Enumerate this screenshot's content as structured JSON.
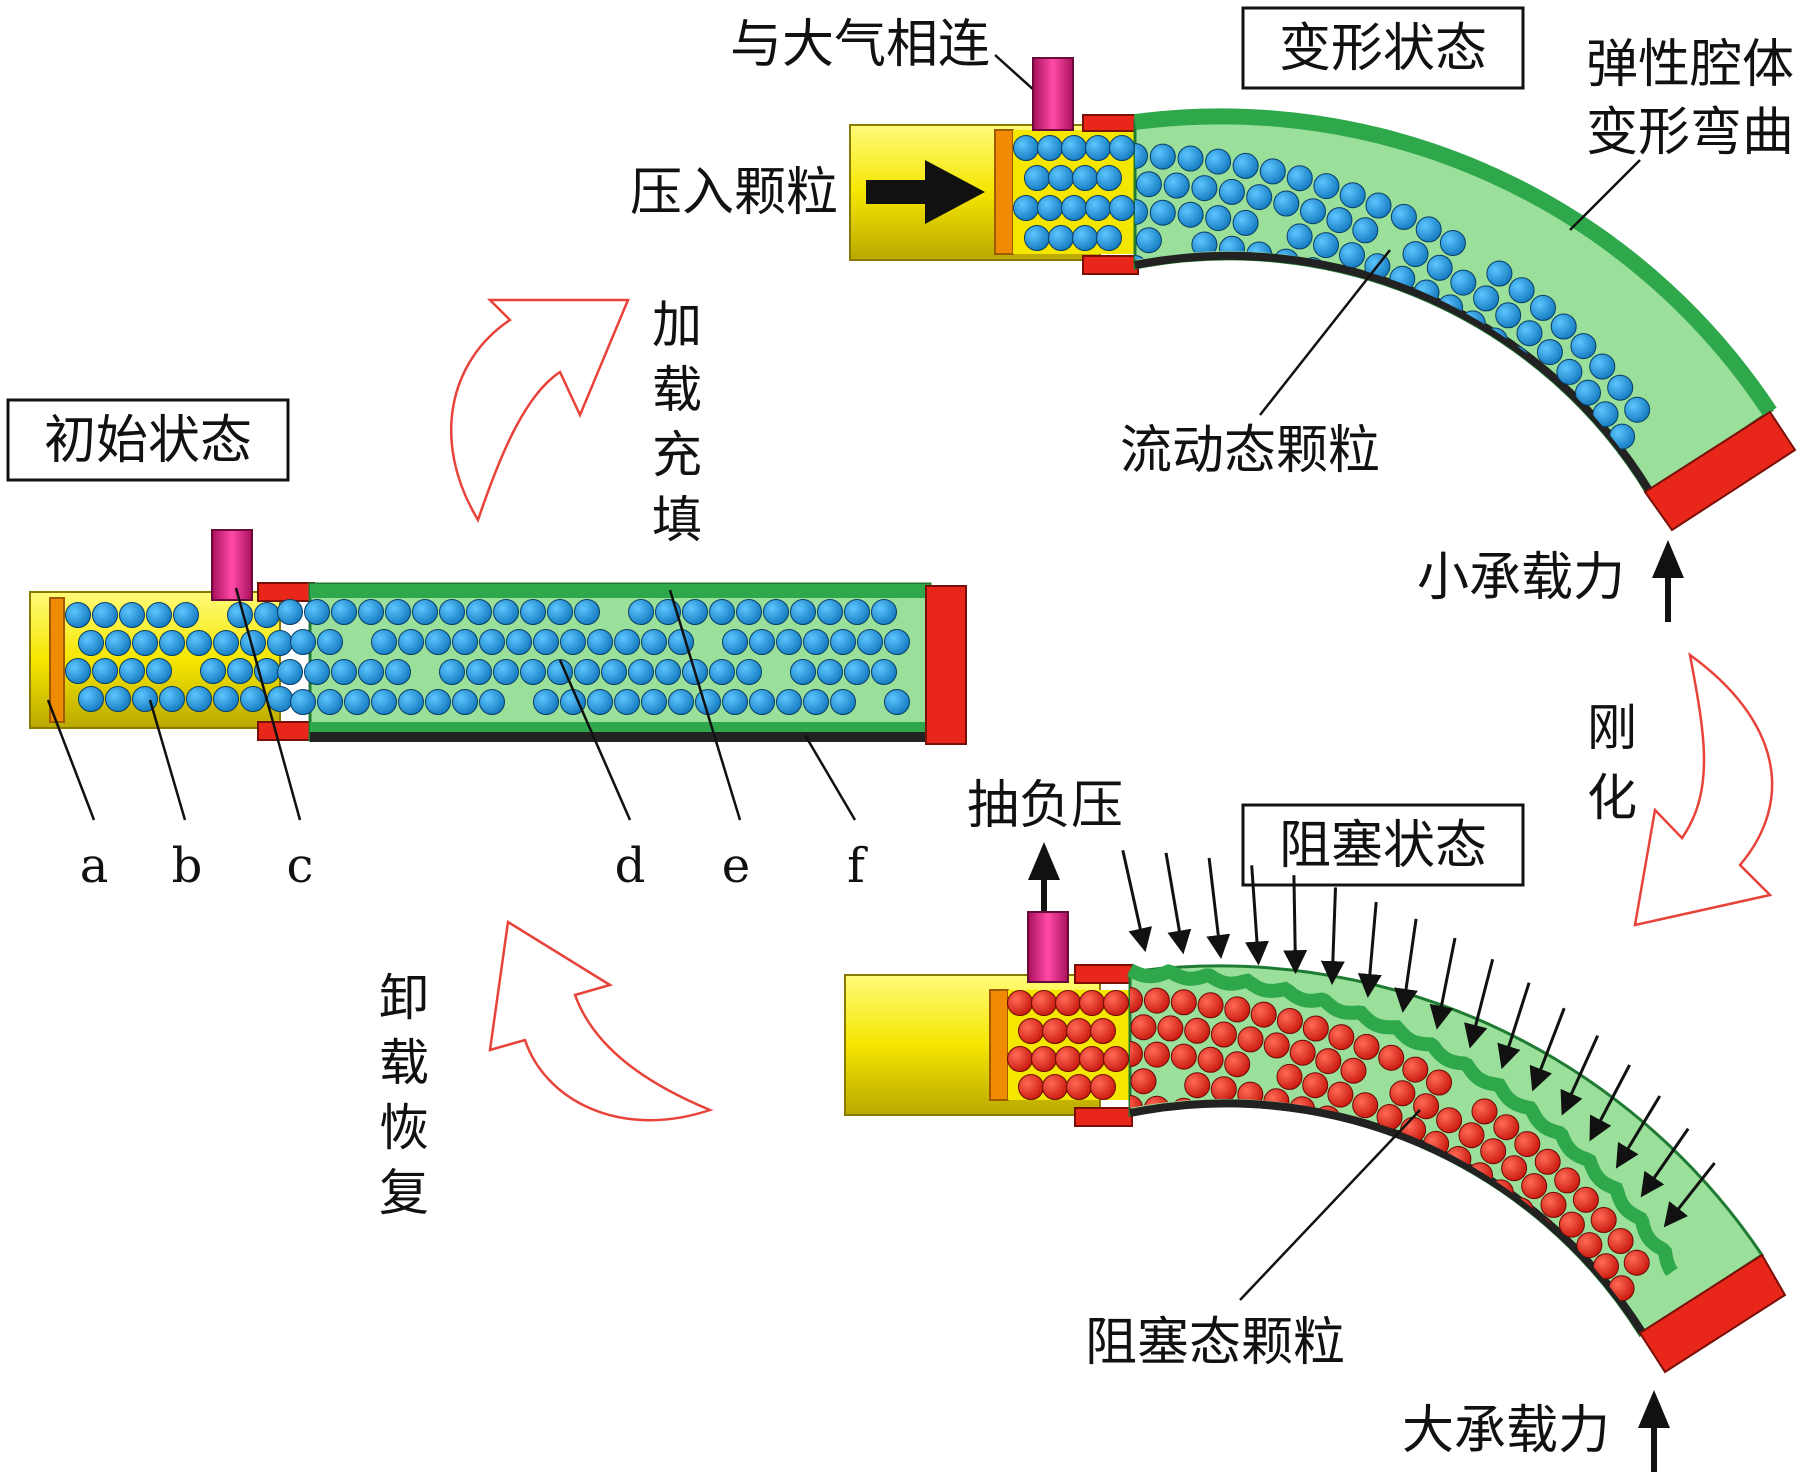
{
  "states": {
    "initial": "初始状态",
    "deformed": "变形状态",
    "jammed": "阻塞状态"
  },
  "labels": {
    "atmosphere": "与大气相连",
    "press_in": "压入颗粒",
    "elastic_line1": "弹性腔体",
    "elastic_line2": "变形弯曲",
    "flowing": "流动态颗粒",
    "small_load": "小承载力",
    "vacuum": "抽负压",
    "jammed_particles": "阻塞态颗粒",
    "large_load": "大承载力"
  },
  "transitions": {
    "load_fill": [
      "加",
      "载",
      "充",
      "填"
    ],
    "stiffen": [
      "刚",
      "化"
    ],
    "unload": [
      "卸",
      "载",
      "恢",
      "复"
    ]
  },
  "parts": {
    "a": "a",
    "b": "b",
    "c": "c",
    "d": "d",
    "e": "e",
    "f": "f"
  },
  "colors": {
    "flowing_particle": "#1e90d6",
    "jammed_particle": "#e8261a",
    "membrane": "#2ea84a",
    "inner_fill": "#9adf9a",
    "syringe": "#f5e600",
    "connector": "#e8261a",
    "port": "#d81b7a",
    "plunger": "#f08a00",
    "arrow_outline": "#e8433a"
  }
}
